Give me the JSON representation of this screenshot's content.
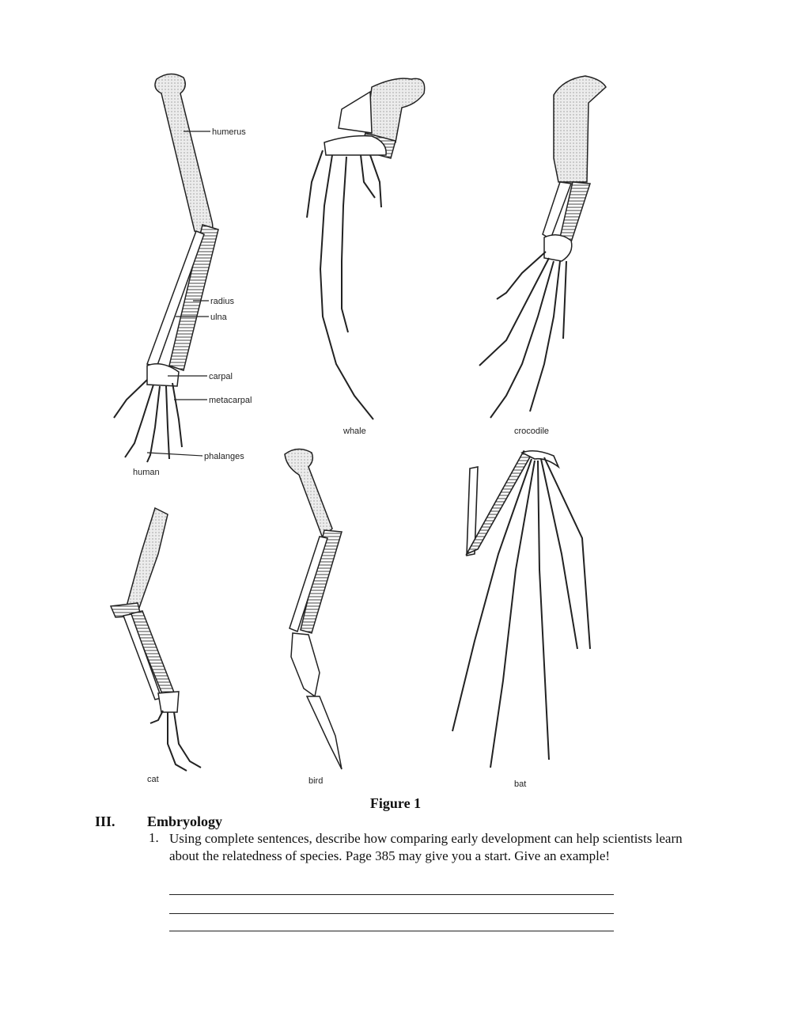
{
  "figure": {
    "labels": {
      "humerus": "humerus",
      "radius": "radius",
      "ulna": "ulna",
      "carpal": "carpal",
      "metacarpal": "metacarpal",
      "phalanges": "phalanges",
      "human": "human",
      "whale": "whale",
      "crocodile": "crocodile",
      "cat": "cat",
      "bird": "bird",
      "bat": "bat"
    },
    "caption": "Figure 1"
  },
  "section": {
    "number": "III.",
    "title": "Embryology"
  },
  "question": {
    "number": "1.",
    "text": "Using complete sentences, describe how comparing early development can help scientists learn about the relatedness of species.  Page 385 may give you a start. Give an example!"
  },
  "answer_lines": 3
}
